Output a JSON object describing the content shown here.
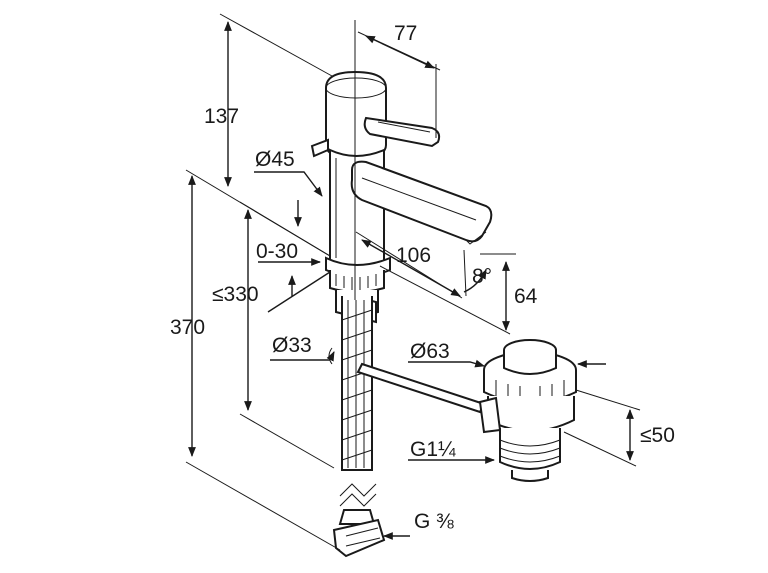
{
  "dimensions": {
    "top_height": "137",
    "lever_offset": "77",
    "body_diameter": "Ø45",
    "adjust_range": "0-30",
    "spout_reach": "106",
    "spout_angle": "8°",
    "spout_height": "64",
    "max_below_counter": "≤330",
    "total_height": "370",
    "shank_diameter": "Ø33",
    "waste_diameter": "Ø63",
    "waste_height": "≤50",
    "waste_thread": "G1¼",
    "supply_thread": "G ⅜"
  }
}
